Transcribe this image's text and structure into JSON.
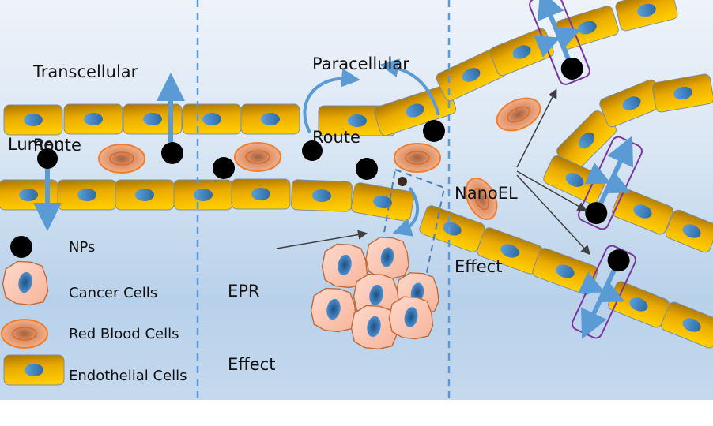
{
  "title": "Nanoparticle transport routes across endothelium",
  "labels": {
    "transcellular": [
      "Transcellular",
      "Route"
    ],
    "paracellular": [
      "Paracellular",
      "Route"
    ],
    "lumen": "Lumen",
    "epr": [
      "EPR",
      "Effect"
    ],
    "nanoel": [
      "NanoEL",
      "Effect"
    ]
  },
  "legend": [
    {
      "icon": "nanoparticle-icon",
      "label": "NPs"
    },
    {
      "icon": "cancer-cell-icon",
      "label": "Cancer Cells"
    },
    {
      "icon": "red-blood-cell-icon",
      "label": "Red Blood Cells"
    },
    {
      "icon": "endothelial-cell-icon",
      "label": "Endothelial Cells"
    }
  ],
  "colors": {
    "endothelial_light": "#ffc800",
    "endothelial_dark": "#b07a00",
    "nucleus": "#4a8fcf",
    "nanoparticle": "#000000",
    "rbc_fill": "#e8a07a",
    "rbc_stroke": "#f07e2c",
    "cancer_fill": "#fbbfa8",
    "cancer_stroke": "#c06a3a",
    "arrow_blue": "#5b9bd5",
    "nanoel_box": "#7b35a0",
    "divider": "#5b9bd5",
    "pointer": "#404040"
  }
}
